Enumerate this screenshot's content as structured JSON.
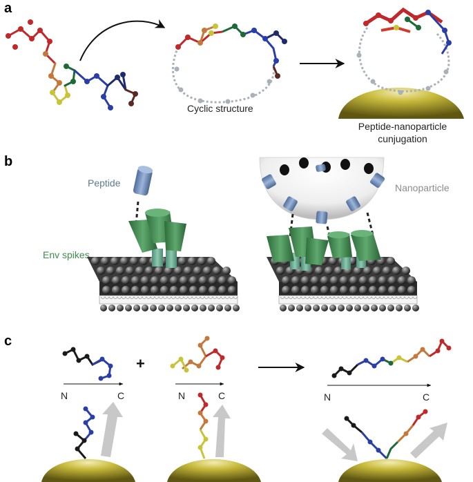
{
  "panels": {
    "a": {
      "letter": "a",
      "cyclic_label": "Cyclic structure",
      "conjugation_label_line1": "Peptide-nanoparticle",
      "conjugation_label_line2": "cunjugation"
    },
    "b": {
      "letter": "b",
      "peptide_label": "Peptide",
      "env_label": "Env spikes",
      "nanoparticle_label": "Nanoparticle"
    },
    "c": {
      "letter": "c",
      "plus_sign": "+",
      "n_terminus": "N",
      "c_terminus": "C"
    }
  },
  "colors": {
    "gold": "#b5a632",
    "gold_dark": "#5e5612",
    "peptide_blue": "#7b97c3",
    "env_green": "#3f8b4e",
    "membrane_gray": "#3a3a3a",
    "arrow_gray": "#c8c8c8",
    "residue_red": "#c0282a",
    "residue_orange": "#c4783b",
    "residue_yellow": "#c8c43a",
    "residue_green": "#1e6a36",
    "residue_blue": "#2a3ea8",
    "residue_navy": "#1f2b6a",
    "residue_brown": "#5a2a22",
    "residue_black": "#1a1a1a",
    "linker_gray": "#a9b1b8"
  }
}
